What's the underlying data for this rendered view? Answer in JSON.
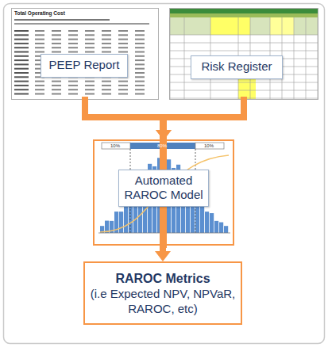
{
  "diagram": {
    "nodes": [
      {
        "text": [
          "PEEP Report"
        ]
      },
      {
        "text": [
          "Risk Register"
        ]
      },
      {
        "text": [
          "Automated RAROC Model"
        ]
      },
      {
        "text": [
          "RAROC Metrics",
          "(i.e Expected NPV, NPVaR, RAROC, etc)"
        ]
      }
    ],
    "edges": [
      {
        "from": 0,
        "to": 2,
        "arrow": "to"
      },
      {
        "from": 1,
        "to": 2,
        "arrow": "to"
      },
      {
        "from": 2,
        "to": 3,
        "arrow": "to"
      }
    ],
    "labels": [
      "Total Operating Cost",
      "10%",
      "80%",
      "10%"
    ]
  }
}
